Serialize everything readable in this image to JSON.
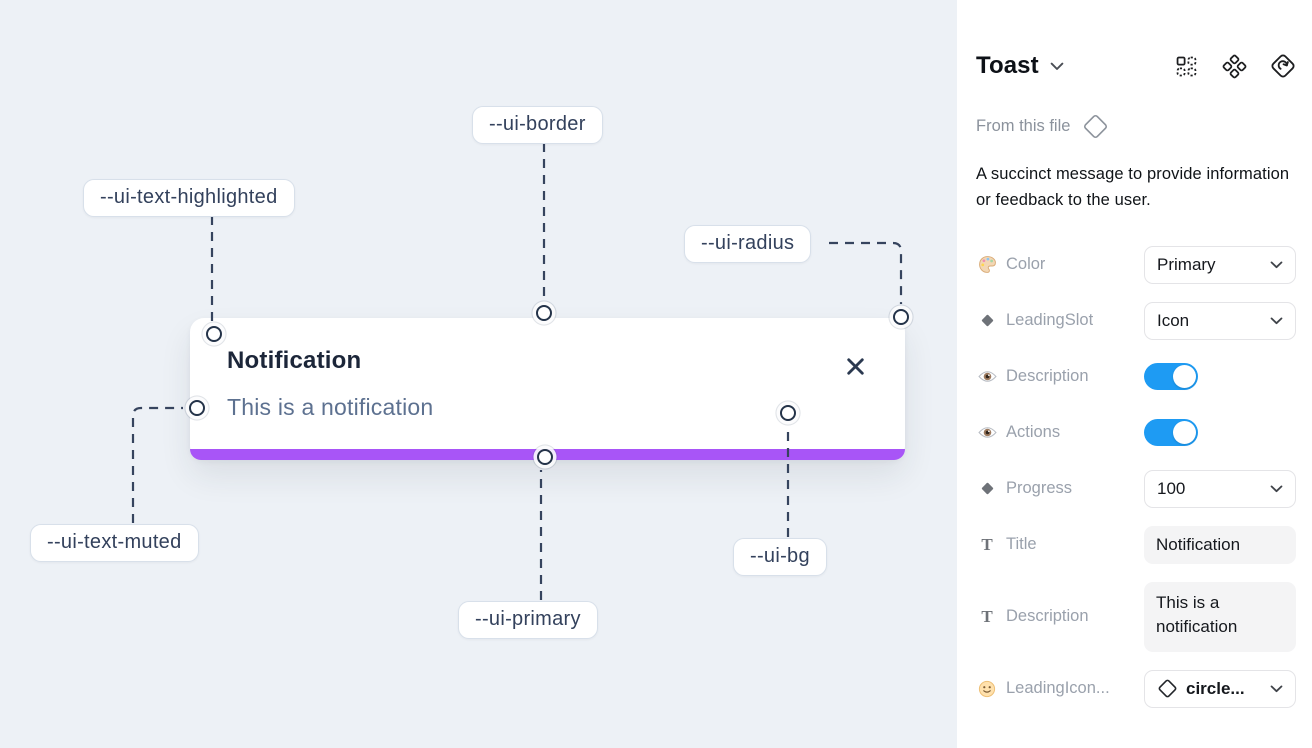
{
  "theme": {
    "canvas-bg": "#edf1f6",
    "accent-blue": "#1e9bf3",
    "primary-purple": "#a855f7",
    "line-color": "#36445e",
    "title-color": "#1c2639",
    "muted-text": "#5d7190"
  },
  "canvas": {
    "toast": {
      "title": "Notification",
      "description": "This is a notification",
      "close_icon": "close-icon",
      "progress_bar_color": "#a855f7"
    },
    "labels": [
      {
        "text": "--ui-border"
      },
      {
        "text": "--ui-text-highlighted"
      },
      {
        "text": "--ui-radius"
      },
      {
        "text": "--ui-text-muted"
      },
      {
        "text": "--ui-primary"
      },
      {
        "text": "--ui-bg"
      }
    ]
  },
  "sidebar": {
    "component_name": "Toast",
    "header_icons": [
      "instance-grid-icon",
      "variants-icon",
      "go-to-main-component-icon"
    ],
    "source_label": "From this file",
    "source_icon": "diamond-outline-icon",
    "description": "A succinct message to provide information or feedback to the user.",
    "properties": [
      {
        "icon": "palette-icon",
        "label": "Color",
        "control": "select",
        "value": "Primary"
      },
      {
        "icon": "diamond-icon",
        "label": "LeadingSlot",
        "control": "select",
        "value": "Icon"
      },
      {
        "icon": "eye-icon",
        "label": "Description",
        "control": "toggle",
        "value": "on"
      },
      {
        "icon": "eye-icon",
        "label": "Actions",
        "control": "toggle",
        "value": "on"
      },
      {
        "icon": "diamond-icon",
        "label": "Progress",
        "control": "select",
        "value": "100"
      },
      {
        "icon": "text-icon",
        "label": "Title",
        "control": "input",
        "value": "Notification"
      },
      {
        "icon": "text-icon",
        "label": "Description",
        "control": "textarea",
        "value": "This is a notification"
      },
      {
        "icon": "smiley-icon",
        "label": "LeadingIcon...",
        "control": "select",
        "value": "circle..."
      }
    ]
  }
}
